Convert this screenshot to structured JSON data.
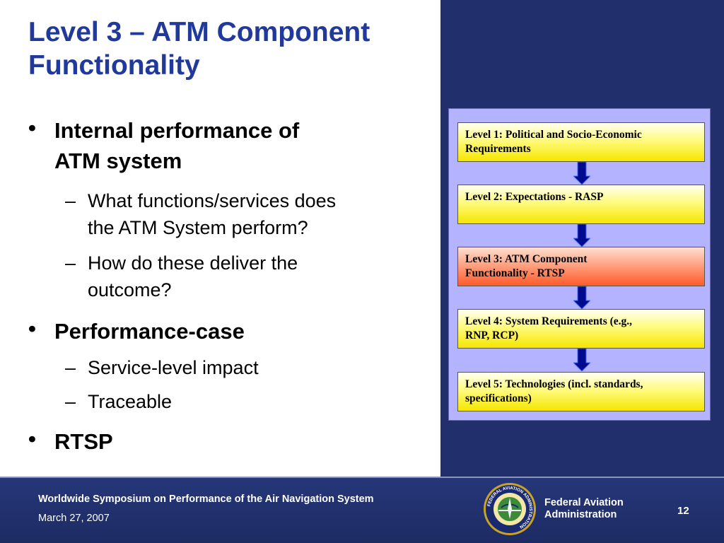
{
  "slide": {
    "title_line1": "Level 3 – ATM Component",
    "title_line2": "Functionality"
  },
  "bullets": [
    {
      "mark": "•",
      "line1": "Internal performance of",
      "line2": "ATM system"
    },
    {
      "mark": "•",
      "line1": "Performance-case"
    },
    {
      "mark": "•",
      "line1": "RTSP"
    }
  ],
  "sub_bullets": [
    {
      "mark": "–",
      "line1": "What functions/services does",
      "line2": "the ATM System perform?"
    },
    {
      "mark": "–",
      "line1": "How do these deliver the",
      "line2": "outcome?"
    },
    {
      "mark": "–",
      "line1": "Service-level impact"
    },
    {
      "mark": "–",
      "line1": "Traceable"
    }
  ],
  "diagram": {
    "levels": [
      {
        "line1": "Level 1: Political and Socio-Economic",
        "line2": "Requirements",
        "color": "#fff200"
      },
      {
        "line1": "Level 2: Expectations - RASP",
        "line2": "",
        "color": "#fff200"
      },
      {
        "line1": "Level 3: ATM Component",
        "line2": "Functionality - RTSP",
        "color": "#ff5a2a"
      },
      {
        "line1": "Level 4: System Requirements (e.g.,",
        "line2": "RNP, RCP)",
        "color": "#fff200"
      },
      {
        "line1": "Level 5: Technologies (incl. standards,",
        "line2": "specifications)",
        "color": "#fff200"
      }
    ],
    "arrow_color": "#000a8c"
  },
  "footer": {
    "title": "Worldwide Symposium on Performance of the Air Navigation System",
    "date": "March 27, 2007",
    "agency_line1": "Federal Aviation",
    "agency_line2": "Administration",
    "page_number": "12",
    "seal_icon": "faa-seal-icon",
    "seal_text": "FEDERAL AVIATION ADMINISTRATION"
  },
  "colors": {
    "title": "#21399a",
    "panel": "#21306c",
    "diagram_bg": "#b3b3ff"
  }
}
